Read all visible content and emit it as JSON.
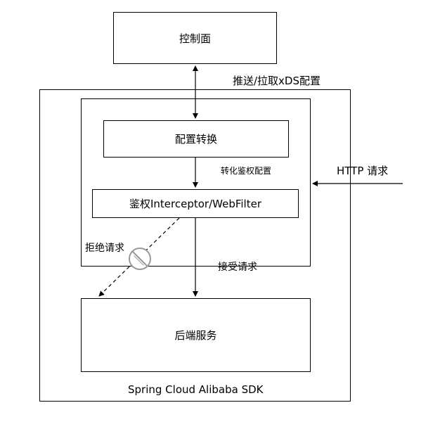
{
  "diagram": {
    "control_plane": "控制面",
    "push_pull_label": "推送/拉取xDS配置",
    "config_convert": "配置转换",
    "convert_auth_label": "转化鉴权配置",
    "http_request_label": "HTTP 请求",
    "auth_filter": "鉴权Interceptor/WebFilter",
    "reject_label": "拒绝请求",
    "accept_label": "接受请求",
    "backend": "后端服务",
    "sdk_label": "Spring Cloud Alibaba SDK"
  },
  "icons": {
    "forbidden": "prohibited-icon"
  },
  "colors": {
    "line": "#000000",
    "forbidden_icon": "#999999",
    "background": "#ffffff"
  }
}
